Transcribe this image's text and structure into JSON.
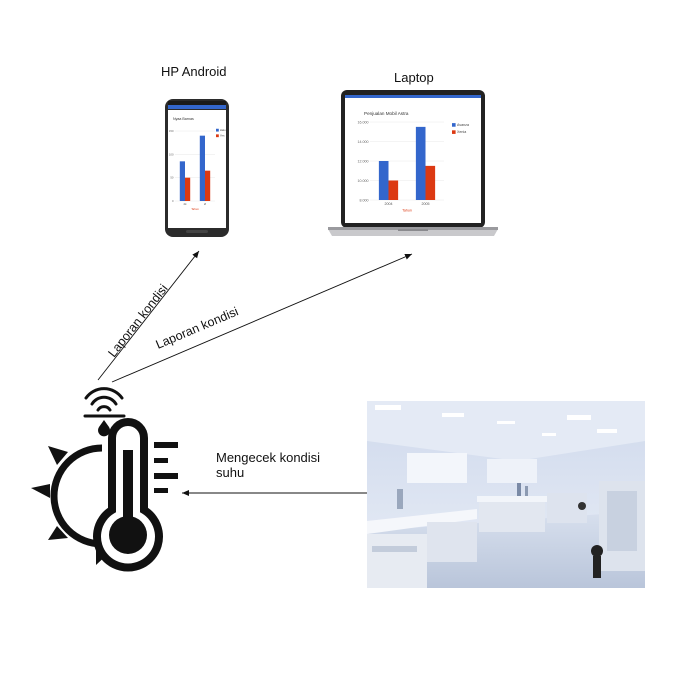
{
  "devices": {
    "phone_label": "HP Android",
    "laptop_label": "Laptop"
  },
  "phone_chart": {
    "title": "Nyaa Barnas",
    "categories": [
      "2k",
      "2l"
    ],
    "series": [
      {
        "name": "Halo",
        "color": "#3366cc",
        "values": [
          85,
          140
        ]
      },
      {
        "name": "Yes",
        "color": "#dc3912",
        "values": [
          50,
          65
        ]
      }
    ],
    "ylim": [
      0,
      150
    ],
    "yticks": [
      "150",
      "100",
      "50",
      "0"
    ],
    "xlabel": "Tahun"
  },
  "laptop_chart": {
    "title": "Penjualan Mobil Astra",
    "categories": [
      "2004",
      "2005"
    ],
    "series": [
      {
        "name": "Avanza",
        "color": "#3366cc",
        "values": [
          12000,
          15500
        ]
      },
      {
        "name": "Xenia",
        "color": "#dc3912",
        "values": [
          10000,
          11500
        ]
      }
    ],
    "ylim": [
      8000,
      16000
    ],
    "yticks": [
      "16.000",
      "14.000",
      "12.000",
      "10.000",
      "8.000"
    ],
    "xlabel": "Tahun"
  },
  "edges": {
    "to_phone": "Laporan kondisi",
    "to_laptop": "Laporan kondisi",
    "from_lab": "Mengecek kondisi suhu"
  },
  "colors": {
    "chart_blue": "#3366cc",
    "chart_red": "#dc3912",
    "lab_tint": "#dbe4f2"
  },
  "icons": [
    "wifi-icon",
    "thermometer-sun-icon"
  ]
}
